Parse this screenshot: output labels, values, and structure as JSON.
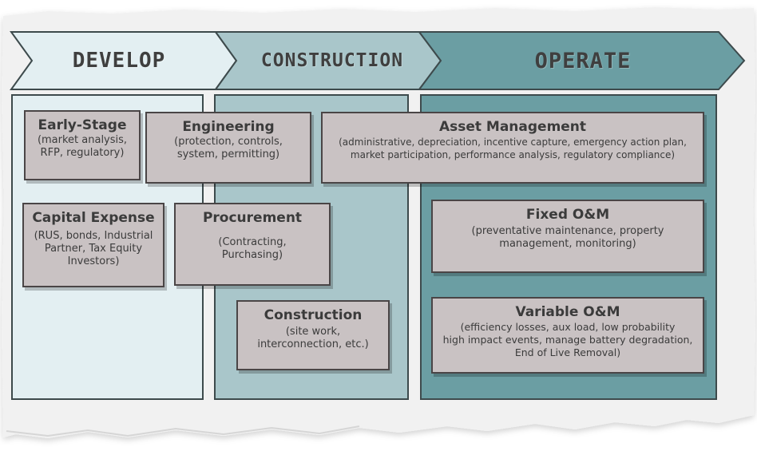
{
  "phases": {
    "develop": "DEVELOP",
    "construction": "CONSTRUCTION",
    "operate": "OPERATE"
  },
  "cards": {
    "early_stage": {
      "title": "Early-Stage",
      "desc": "(market analysis,\nRFP, regulatory)"
    },
    "engineering": {
      "title": "Engineering",
      "desc": "(protection, controls,\nsystem, permitting)"
    },
    "asset_management": {
      "title": "Asset Management",
      "desc": "(administrative, depreciation, incentive capture, emergency action plan,\nmarket participation, performance analysis, regulatory compliance)"
    },
    "capital_expense": {
      "title": "Capital Expense",
      "desc": "(RUS, bonds, Industrial\nPartner, Tax Equity\nInvestors)"
    },
    "procurement": {
      "title": "Procurement",
      "desc": "(Contracting,\nPurchasing)"
    },
    "fixed_om": {
      "title": "Fixed O&M",
      "desc": "(preventative maintenance, property\nmanagement, monitoring)"
    },
    "construction": {
      "title": "Construction",
      "desc": "(site work,\ninterconnection, etc.)"
    },
    "variable_om": {
      "title": "Variable O&M",
      "desc": "(efficiency losses, aux load, low probability\nhigh impact events, manage battery degradation,\nEnd of Live Removal)"
    }
  },
  "colors": {
    "develop_fill": "#e3eff2",
    "construction_fill": "#a9c6ca",
    "operate_fill": "#6b9ea3",
    "card_fill": "#c9c2c3",
    "text": "#3b3b3b"
  }
}
